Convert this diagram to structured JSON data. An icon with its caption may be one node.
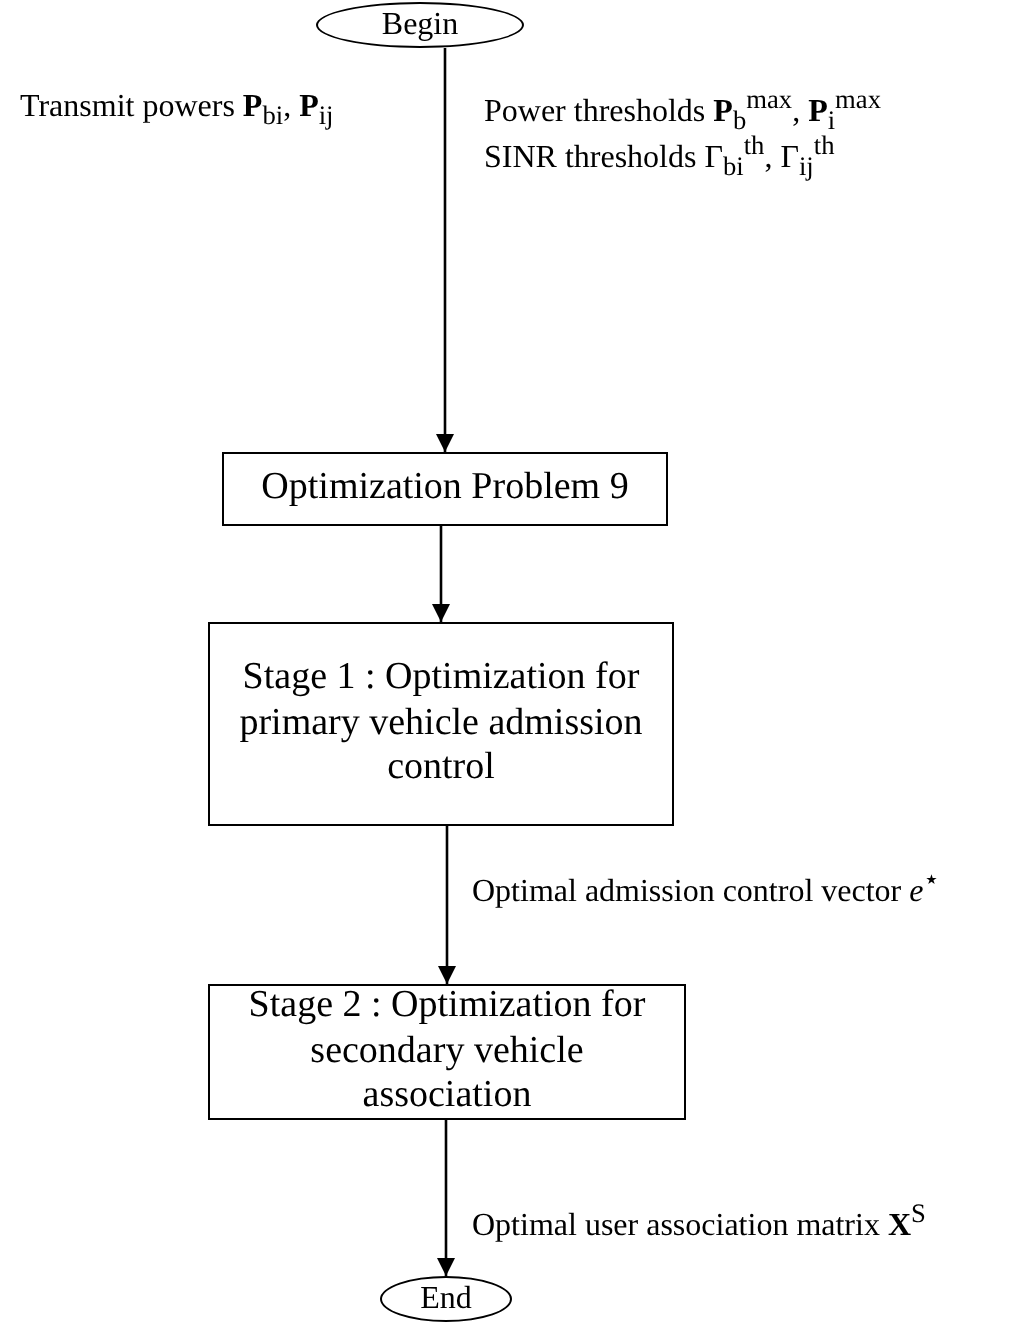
{
  "diagram": {
    "nodes": [
      {
        "text": [
          "Begin"
        ]
      },
      {
        "text": [
          "Optimization Problem 9"
        ]
      },
      {
        "text": [
          "Stage 1 : Optimization for primary vehicle admission control"
        ]
      },
      {
        "text": [
          "Stage 2 : Optimization for secondary vehicle association"
        ]
      },
      {
        "text": [
          "End"
        ]
      }
    ],
    "edges": [
      {
        "from": 0,
        "to": 1,
        "arrow": "to"
      },
      {
        "from": 1,
        "to": 2,
        "arrow": "to"
      },
      {
        "from": 2,
        "to": 3,
        "arrow": "to",
        "label": "Optimal admission control vector *e*$^{⋆}$"
      },
      {
        "from": 3,
        "to": 4,
        "arrow": "to",
        "label": "Optimal user association matrix **X**$^{S}$"
      }
    ],
    "labels": [
      "Transmit powers **P**$_{bi}$, **P**$_{ij}$",
      "Power thresholds **P**$_{b}$$^{max}$, **P**$_{i}$$^{max}$",
      "SINR thresholds Γ$_{bi}$$^{th}$, Γ$_{ij}$$^{th}$"
    ]
  }
}
